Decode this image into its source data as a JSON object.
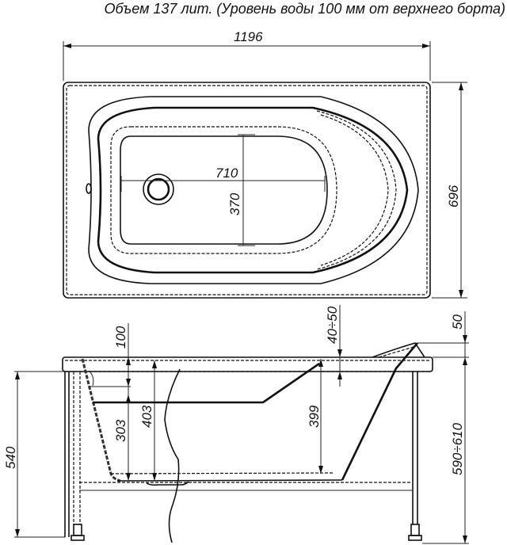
{
  "title": "Объем 137 лит. (Уровень воды 100 мм от верхнего борта)",
  "top_view": {
    "dimensions": {
      "overall_length": "1196",
      "overall_width": "696",
      "inner_length": "710",
      "inner_width": "370"
    }
  },
  "side_view": {
    "dimensions": {
      "water_level_offset": "100",
      "depth_at_drain": "303",
      "depth_full": "403",
      "depth_center": "399",
      "rim_thickness": "40÷50",
      "headrest_height": "50",
      "rim_height_left": "540",
      "rim_height_right": "590÷610"
    }
  }
}
